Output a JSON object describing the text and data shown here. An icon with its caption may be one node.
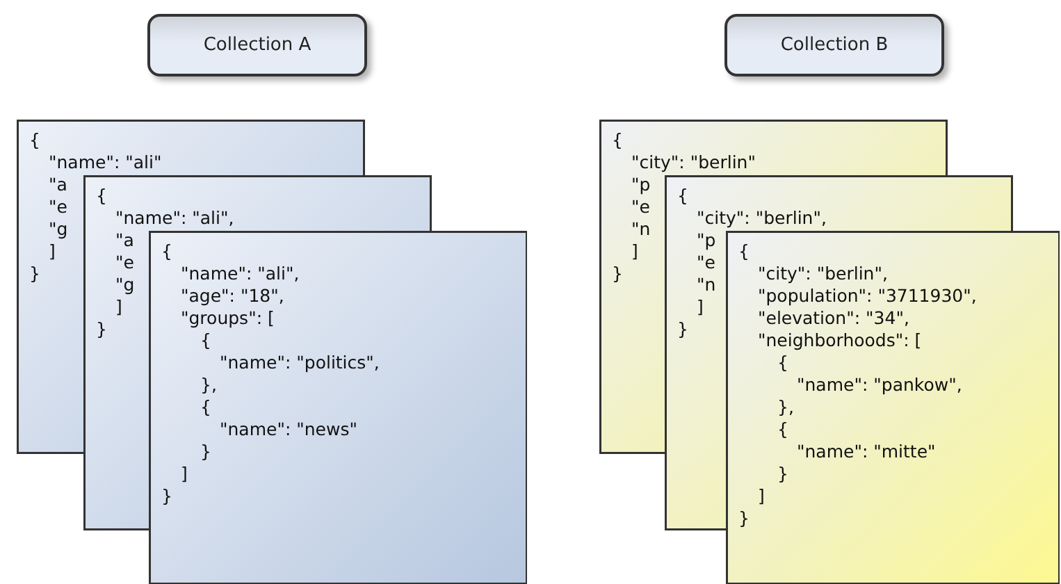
{
  "diagram": {
    "nodes": [
      {
        "text": [
          "Collection A"
        ]
      },
      {
        "text": [
          "{",
          "\"name\": \"ali\"",
          "\"a",
          "\"e",
          "\"g",
          "]",
          "}"
        ]
      },
      {
        "text": [
          "{",
          "\"name\": \"ali\",",
          "\"a",
          "\"e",
          "\"g",
          "]",
          "}"
        ],
        "in": 1
      },
      {
        "text": [
          "{",
          "\"name\": \"ali\",",
          "\"age\": \"18\",",
          "\"groups\": [",
          "{",
          "\"name\": \"politics\",",
          "},",
          "{",
          "\"name\": \"news\"",
          "}",
          "]",
          "}"
        ],
        "in": 2
      },
      {
        "text": [
          "Collection B"
        ]
      },
      {
        "text": [
          "{",
          "\"city\": \"berlin\"",
          "\"p",
          "\"e",
          "\"n",
          "]",
          "}"
        ]
      },
      {
        "text": [
          "{",
          "\"city\": \"berlin\",",
          "\"p",
          "\"e",
          "\"n",
          "]",
          "}"
        ],
        "in": 5
      },
      {
        "text": [
          "{",
          "\"city\": \"berlin\",",
          "\"population\": \"3711930\",",
          "\"elevation\": \"34\",",
          "\"neighborhoods\": [",
          "{",
          "\"name\": \"pankow\",",
          "},",
          "{",
          "\"name\": \"mitte\"",
          "}",
          "]",
          "}"
        ],
        "in": 6
      }
    ],
    "edges": []
  }
}
